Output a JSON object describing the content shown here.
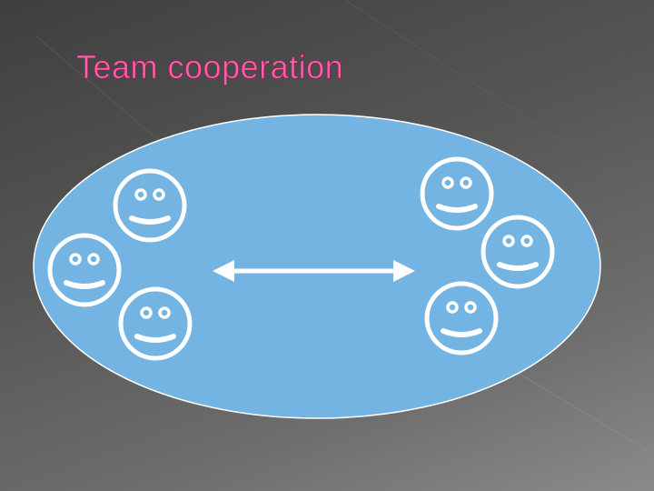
{
  "slide": {
    "title": "Team cooperation"
  },
  "diagram": {
    "colors": {
      "ellipse_fill": "#73b4e3",
      "ellipse_stroke": "#ffffff",
      "face_stroke": "#ffffff",
      "arrow": "#ffffff",
      "title": "#ff5fa8"
    },
    "left_team": {
      "members": 3
    },
    "right_team": {
      "members": 3
    },
    "connector": "double-headed-arrow"
  }
}
